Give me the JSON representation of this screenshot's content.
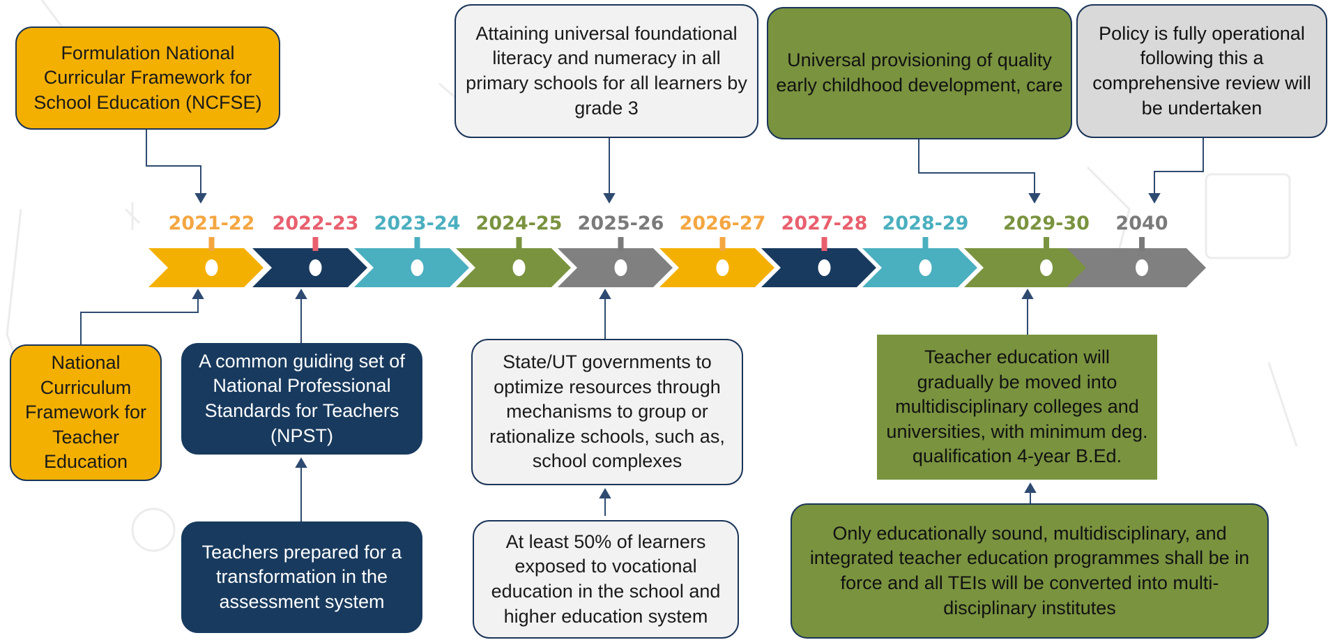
{
  "colors": {
    "yellow": "#f4b000",
    "navy": "#183a5e",
    "teal": "#4aafbf",
    "olive": "#7a933f",
    "grey": "#808080",
    "year_orange": "#f4a641",
    "year_red": "#e8606e",
    "year_teal": "#4aafbf",
    "year_olive": "#7a933f",
    "year_grey": "#7a7a7a",
    "connector": "#2e4a70"
  },
  "timeline": {
    "years": [
      "2021-22",
      "2022-23",
      "2023-24",
      "2024-25",
      "2025-26",
      "2026-27",
      "2027-28",
      "2028-29",
      "2029-30",
      "2040"
    ]
  },
  "boxes": {
    "ncfse": "Formulation National Curricular Framework for School Education (NCFSE)",
    "flnat": "Attaining universal foundational literacy and numeracy in all primary schools for all learners by grade 3",
    "ecce": "Universal provisioning of quality early childhood development, care",
    "policy": "Policy is fully operational following this a comprehensive review will be undertaken",
    "ncfte": "National Curriculum Framework for Teacher Education",
    "npst": "A common guiding set of National Professional Standards for Teachers (NPST)",
    "assessment": "Teachers prepared for a transformation in the assessment system",
    "stateut": "State/UT governments to optimize resources through mechanisms to group or rationalize schools, such as, school complexes",
    "vocational": "At least 50% of learners exposed to vocational education in the school and higher education system",
    "teachered": "Teacher education will gradually be moved into multidisciplinary colleges and universities, with minimum deg. qualification 4-year B.Ed.",
    "integrated": "Only educationally sound, multidisciplinary, and integrated teacher education programmes shall be in force and all TEIs will be converted into multi-disciplinary institutes"
  }
}
